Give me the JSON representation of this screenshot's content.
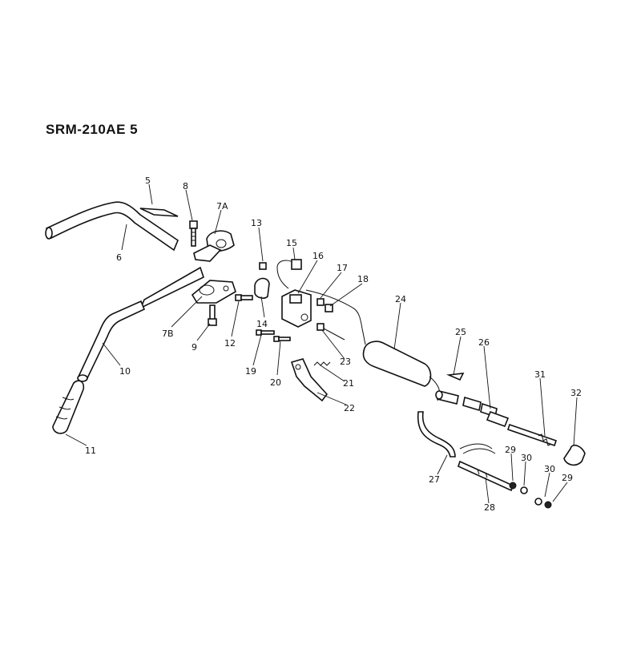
{
  "diagram": {
    "title": "SRM-210AE 5",
    "callouts": [
      "5",
      "8",
      "7A",
      "6",
      "13",
      "15",
      "16",
      "17",
      "18",
      "7B",
      "9",
      "12",
      "14",
      "10",
      "11",
      "19",
      "20",
      "21",
      "22",
      "23",
      "24",
      "25",
      "26",
      "31",
      "32",
      "27",
      "29",
      "30",
      "30",
      "29",
      "28"
    ]
  }
}
